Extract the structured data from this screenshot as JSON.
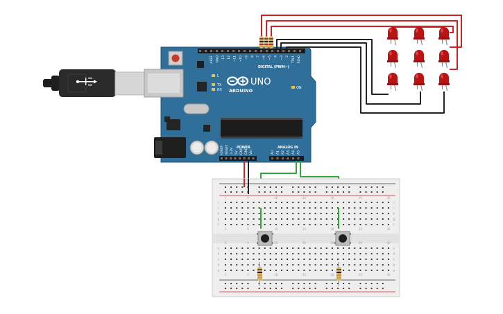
{
  "board": {
    "logo": "ARDUINO",
    "model": "UNO",
    "digital_label": "DIGITAL (PWM~)",
    "analog_label": "ANALOG IN",
    "power_label": "POWER",
    "on_label": "ON",
    "l_label": "L",
    "tx_label": "TX",
    "rx_label": "RX",
    "top_pins": [
      "AREF",
      "GND",
      "13",
      "12",
      "~11",
      "~10",
      "~9",
      "8",
      "7",
      "~6",
      "~5",
      "4",
      "~3",
      "2",
      "TX▸1",
      "RX◂0"
    ],
    "power_pins": [
      "IOREF",
      "RESET",
      "3.3V",
      "5V",
      "GND",
      "GND",
      "Vin"
    ],
    "analog_pins": [
      "A0",
      "A1",
      "A2",
      "A3",
      "A4",
      "A5"
    ]
  },
  "breadboard": {
    "row_letters_top": [
      "j",
      "i",
      "h",
      "g",
      "f"
    ],
    "row_letters_bottom": [
      "e",
      "d",
      "c",
      "b",
      "a"
    ],
    "column_numbers": [
      "1",
      "5",
      "10",
      "15",
      "20",
      "25",
      "30"
    ]
  },
  "colors": {
    "board_blue": "#2f6f99",
    "wire_red": "#d02020",
    "wire_black": "#222222",
    "wire_green": "#2fa83a",
    "led_red": "#b81414",
    "breadboard": "#efefef"
  },
  "icons": [
    "usb-cable-icon",
    "arduino-logo-icon",
    "led-icon",
    "resistor-icon",
    "push-button-icon"
  ]
}
